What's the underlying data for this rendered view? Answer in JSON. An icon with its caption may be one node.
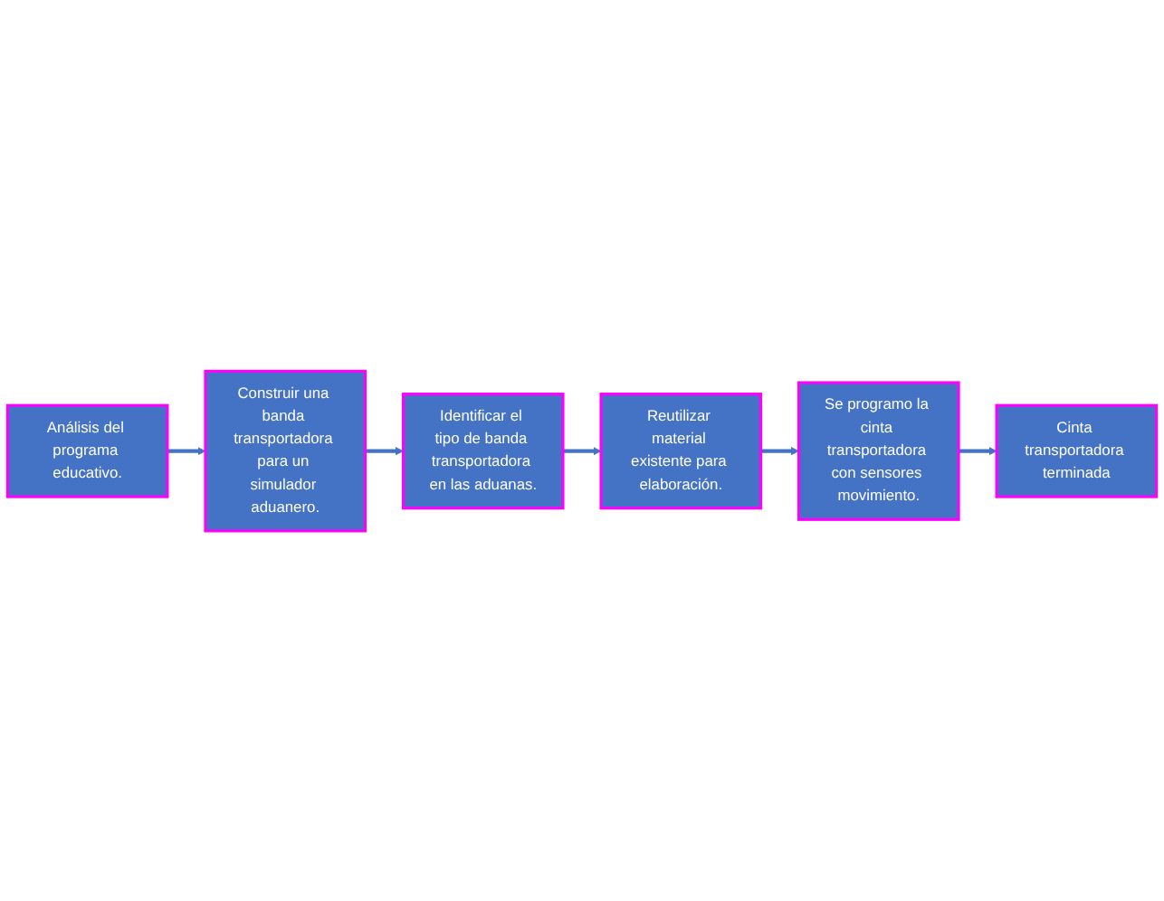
{
  "diagram": {
    "nodes": [
      {
        "text": [
          "Análisis del programa educativo."
        ]
      },
      {
        "text": [
          "Construir una banda transportadora para un simulador aduanero."
        ]
      },
      {
        "text": [
          "Identificar el tipo de banda transportadora en las aduanas."
        ]
      },
      {
        "text": [
          "Reutilizar material existente para elaboración."
        ]
      },
      {
        "text": [
          "Se programo la cinta transportadora con sensores movimiento."
        ]
      },
      {
        "text": [
          "Cinta transportadora terminada"
        ]
      }
    ],
    "edges": [
      {
        "from": 0,
        "to": 1,
        "arrow": "to"
      },
      {
        "from": 1,
        "to": 2,
        "arrow": "to"
      },
      {
        "from": 2,
        "to": 3,
        "arrow": "to"
      },
      {
        "from": 3,
        "to": 4,
        "arrow": "to"
      },
      {
        "from": 4,
        "to": 5,
        "arrow": "to"
      }
    ]
  }
}
